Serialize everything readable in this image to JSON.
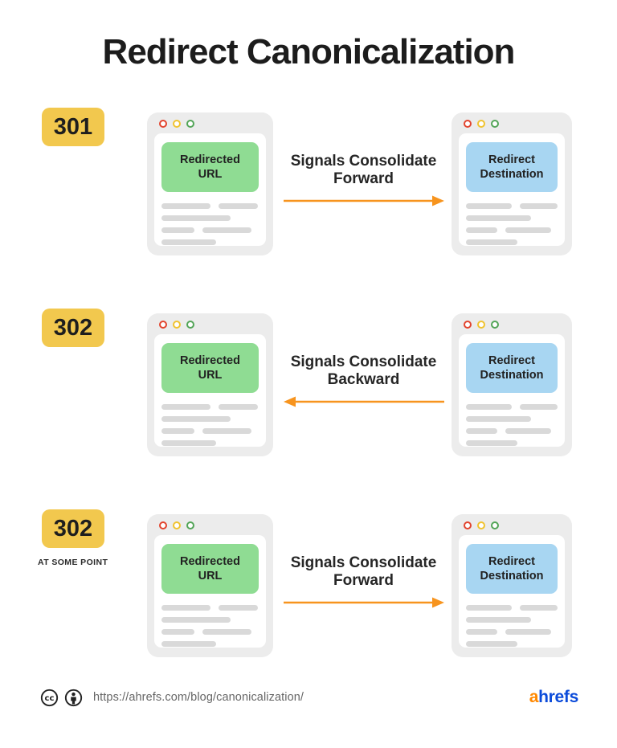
{
  "title": "Redirect Canonicalization",
  "rows": [
    {
      "badge": "301",
      "badge_note": "",
      "source_label": "Redirected URL",
      "destination_label": "Redirect Destination",
      "signal_text_line1": "Signals Consolidate",
      "signal_text_line2": "Forward",
      "arrow_direction": "right"
    },
    {
      "badge": "302",
      "badge_note": "",
      "source_label": "Redirected URL",
      "destination_label": "Redirect Destination",
      "signal_text_line1": "Signals Consolidate",
      "signal_text_line2": "Backward",
      "arrow_direction": "left"
    },
    {
      "badge": "302",
      "badge_note": "AT SOME POINT",
      "source_label": "Redirected URL",
      "destination_label": "Redirect Destination",
      "signal_text_line1": "Signals Consolidate",
      "signal_text_line2": "Forward",
      "arrow_direction": "right"
    }
  ],
  "footer": {
    "license_icons": [
      "cc-icon",
      "attribution-icon"
    ],
    "url": "https://ahrefs.com/blog/canonicalization/",
    "logo_prefix": "a",
    "logo_suffix": "hrefs"
  },
  "colors": {
    "badge_yellow": "#F2C84E",
    "source_green": "#8FDC93",
    "destination_blue": "#A8D6F2",
    "arrow_orange": "#F7941E",
    "browser_frame_gray": "#ECECEC",
    "skeleton_gray": "#D9D9D9",
    "dot_red": "#E2442E",
    "dot_yellow": "#F0C330",
    "dot_green": "#53A558",
    "ahrefs_orange": "#FF8800",
    "ahrefs_blue": "#0B4BDA"
  }
}
